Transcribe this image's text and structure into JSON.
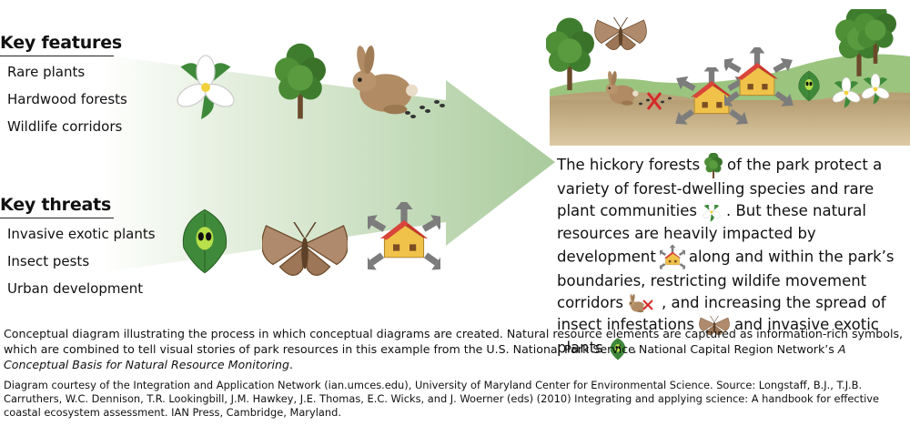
{
  "features": {
    "heading": "Key features",
    "items": [
      "Rare plants",
      "Hardwood forests",
      "Wildlife corridors"
    ]
  },
  "threats": {
    "heading": "Key threats",
    "items": [
      "Invasive exotic plants",
      "Insect pests",
      "Urban development"
    ]
  },
  "story": {
    "p1": "The hickory forests",
    "p2": "of the park protect a variety of forest-dwelling species and rare plant communities",
    "p3": ". But these natural resources are heavily impacted by development",
    "p4": "along and within the park’s boundaries, restricting wildife movement corridors",
    "p5": ", and increasing the spread of insect infestations",
    "p6": "and invasive exotic plants",
    "p7": "."
  },
  "caption": {
    "main": "Conceptual diagram illustrating the process in which conceptual diagrams are created. Natural resource elements are captured as information-rich symbols, which are combined to tell visual stories of park resources in this example from the U.S. National Park Service National Capital Region Network’s ",
    "title_italic": "A Conceptual Basis for Natural Resource Monitoring",
    "end": ".",
    "credit": "Diagram courtesy of the Integration and Application Network (ian.umces.edu), University of Maryland Center for Environmental Science. Source: Longstaff, B.J., T.J.B. Carruthers, W.C. Dennison, T.R. Lookingbill, J.M. Hawkey, J.E. Thomas, E.C. Wicks, and J. Woerner (eds) (2010) Integrating and applying science: A handbook for effective coastal ecosystem assessment. IAN Press, Cambridge, Maryland."
  },
  "colors": {
    "arrow": "#b9d6ae",
    "ground": "#c9b48c",
    "hill": "#9bc57f",
    "house_roof": "#c9342b",
    "house_wall": "#f1c24a",
    "arrow_gray": "#7c7c7c"
  }
}
